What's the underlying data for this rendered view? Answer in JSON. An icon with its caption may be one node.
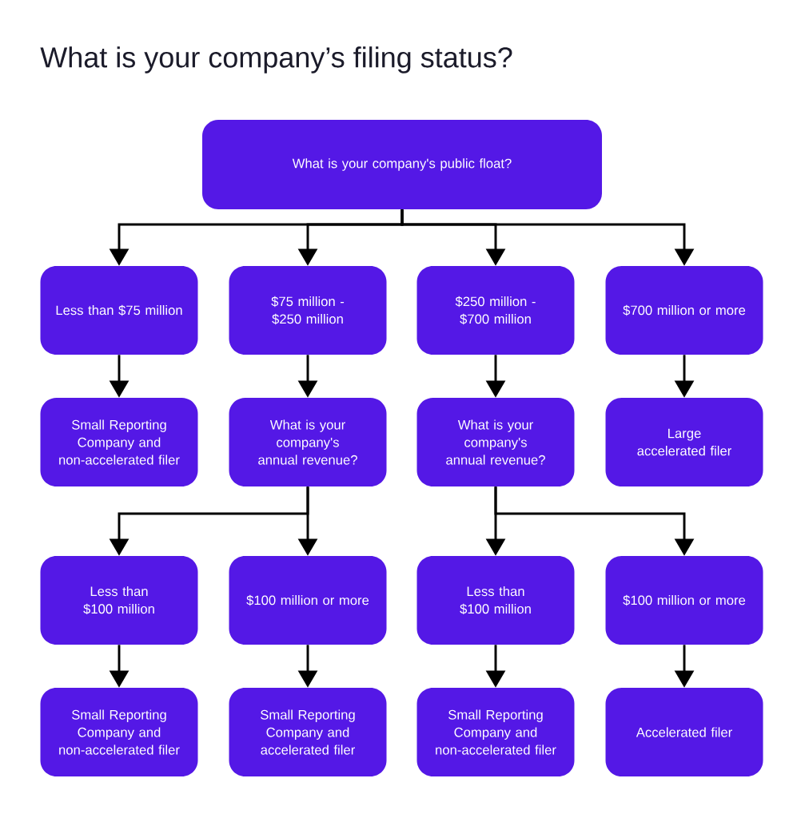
{
  "diagram": {
    "title": "What is your company’s filing status?",
    "nodes": [
      {
        "text": [
          "What is your company's public float?"
        ]
      },
      {
        "text": [
          "Less than $75 million"
        ]
      },
      {
        "text": [
          "$75 million - $250 million"
        ]
      },
      {
        "text": [
          "$250 million - $700 million"
        ]
      },
      {
        "text": [
          "$700 million or more"
        ]
      },
      {
        "text": [
          "Small Reporting Company and non-accelerated filer"
        ]
      },
      {
        "text": [
          "What is your company's annual revenue?"
        ]
      },
      {
        "text": [
          "What is your company's annual revenue?"
        ]
      },
      {
        "text": [
          "Large accelerated filer"
        ]
      },
      {
        "text": [
          "Less than $100 million"
        ]
      },
      {
        "text": [
          "$100 million or more"
        ]
      },
      {
        "text": [
          "Less than $100 million"
        ]
      },
      {
        "text": [
          "$100 million or more"
        ]
      },
      {
        "text": [
          "Small Reporting Company and non-accelerated filer"
        ]
      },
      {
        "text": [
          "Small Reporting Company and accelerated filer"
        ]
      },
      {
        "text": [
          "Small Reporting Company and non-accelerated filer"
        ]
      },
      {
        "text": [
          "Accelerated filer"
        ]
      }
    ],
    "edges": [
      {
        "from": 0,
        "to": 1,
        "arrow": "to"
      },
      {
        "from": 0,
        "to": 2,
        "arrow": "to"
      },
      {
        "from": 0,
        "to": 3,
        "arrow": "to"
      },
      {
        "from": 0,
        "to": 4,
        "arrow": "to"
      },
      {
        "from": 1,
        "to": 5,
        "arrow": "to"
      },
      {
        "from": 2,
        "to": 6,
        "arrow": "to"
      },
      {
        "from": 3,
        "to": 7,
        "arrow": "to"
      },
      {
        "from": 4,
        "to": 8,
        "arrow": "to"
      },
      {
        "from": 6,
        "to": 9,
        "arrow": "to"
      },
      {
        "from": 6,
        "to": 10,
        "arrow": "to"
      },
      {
        "from": 7,
        "to": 11,
        "arrow": "to"
      },
      {
        "from": 7,
        "to": 12,
        "arrow": "to"
      },
      {
        "from": 9,
        "to": 13,
        "arrow": "to"
      },
      {
        "from": 10,
        "to": 14,
        "arrow": "to"
      },
      {
        "from": 11,
        "to": 15,
        "arrow": "to"
      },
      {
        "from": 12,
        "to": 16,
        "arrow": "to"
      }
    ]
  }
}
